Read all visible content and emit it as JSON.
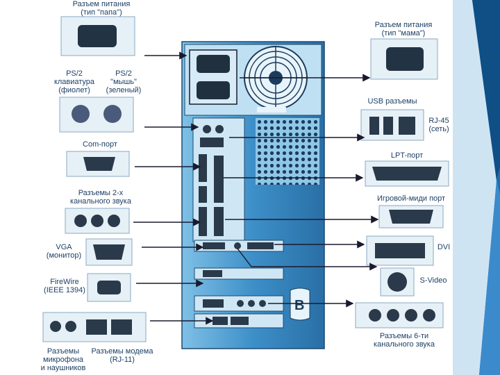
{
  "labels": {
    "power_papa": [
      "Разъем питания",
      "(тип \"папа\")"
    ],
    "power_mama": [
      "Разъем питания",
      "(тип \"мама\")"
    ],
    "ps2_kbd": [
      "PS/2",
      "клавиатура",
      "(фиолет)"
    ],
    "ps2_mouse": [
      "PS/2",
      "\"мышь\"",
      "(зеленый)"
    ],
    "usb": [
      "USB разъемы"
    ],
    "rj45": [
      "RJ-45",
      "(сеть)"
    ],
    "com": [
      "Com-порт"
    ],
    "lpt": [
      "LPT-порт"
    ],
    "audio2": [
      "Разъемы 2-х",
      "канального звука"
    ],
    "game_midi": [
      "Игровой-миди порт"
    ],
    "vga": [
      "VGA",
      "(монитор)"
    ],
    "dvi": [
      "DVI"
    ],
    "svideo": [
      "S-Video"
    ],
    "firewire": [
      "FireWire",
      "(IEEE 1394)"
    ],
    "audio6": [
      "Разъемы 6-ти",
      "канального звука"
    ],
    "mic": [
      "Разъемы",
      "микрофона",
      "и наушников"
    ],
    "modem": [
      "Разъемы модема",
      "(RJ-11)"
    ]
  },
  "colors": {
    "line_color": "#1a1a2e",
    "case_color": "#2f7fb8",
    "accent": "#6ab0dc",
    "panel_bg": "#e6f0f7",
    "deco_blue": "#1f6fb0"
  }
}
